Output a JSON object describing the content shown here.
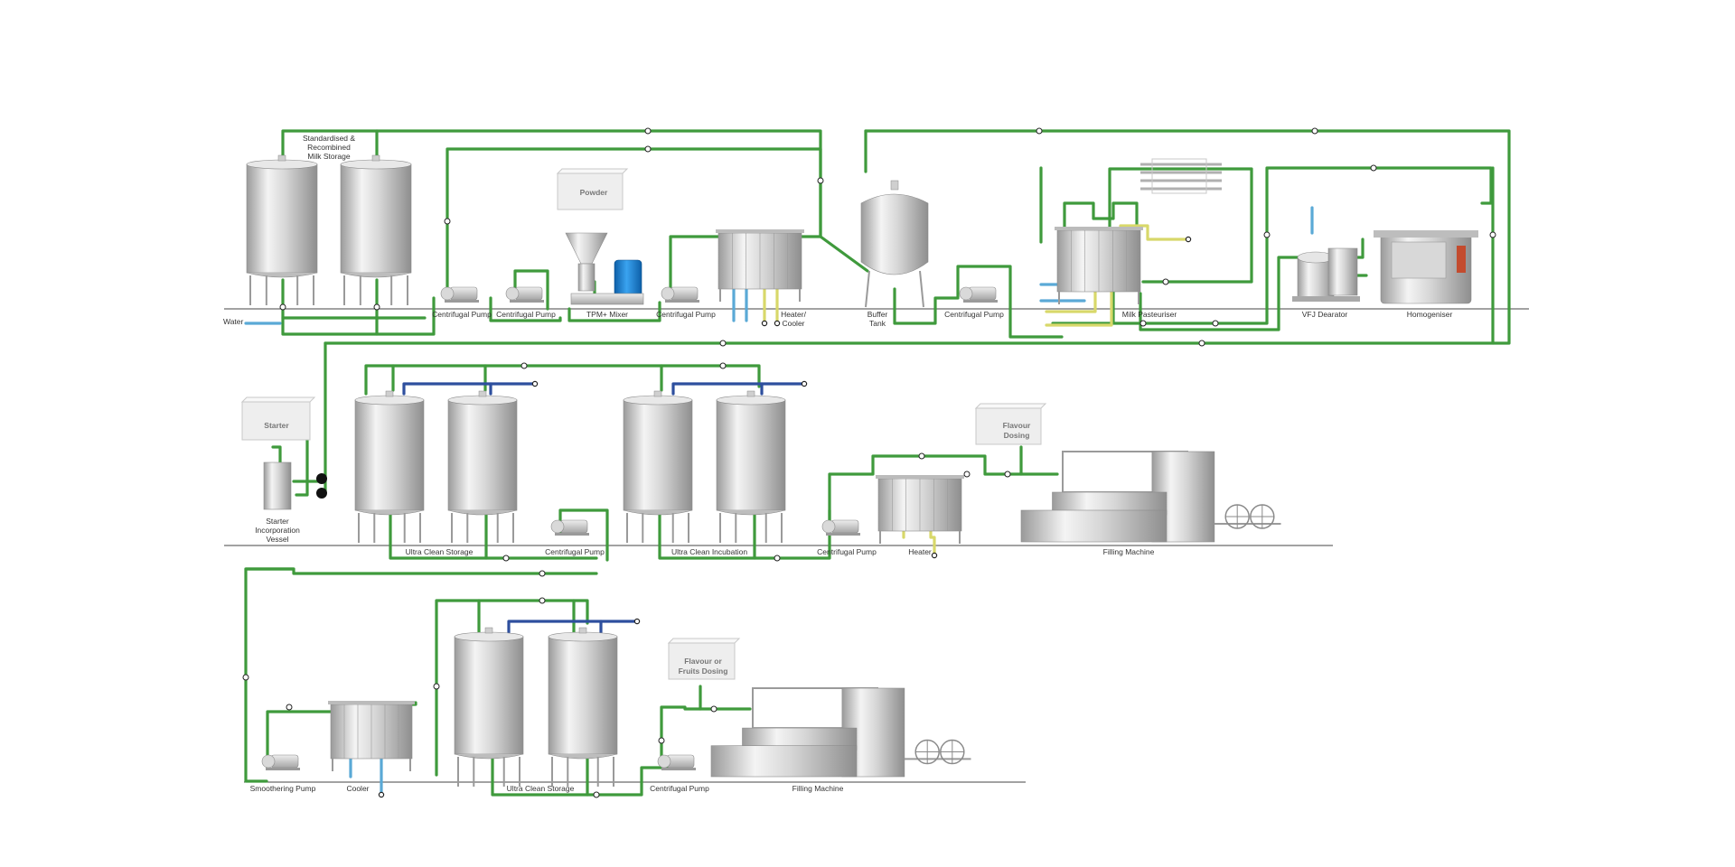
{
  "colors": {
    "product_pipe": "#3f9a3c",
    "water_pipe": "#5aa9d6",
    "utility_pipe": "#2e4f9e",
    "heating_pipe": "#d8d86a",
    "steel_light": "#f4f4f4",
    "steel_dark": "#a8a8a8",
    "motor_blue": "#1e88d8",
    "label": "#333333"
  },
  "line1": {
    "water": "Water",
    "storage_title": [
      "Standardised &",
      "Recombined",
      "Milk Storage"
    ],
    "pump_1": "Centrifugal Pump",
    "pump_2": "Centrifugal Pump",
    "powder": "Powder",
    "mixer": "TPM+ Mixer",
    "pump_3": "Centrifugal Pump",
    "heater_cooler": [
      "Heater/",
      "Cooler"
    ],
    "buffer_tank": [
      "Buffer",
      "Tank"
    ],
    "pump_4": "Centrifugal Pump",
    "pasteuriser": "Milk Pasteuriser",
    "dearator": "VFJ Dearator",
    "homogeniser": "Homogeniser"
  },
  "line2": {
    "starter": "Starter",
    "starter_vessel": [
      "Starter",
      "Incorporation",
      "Vessel"
    ],
    "storage": "Ultra Clean Storage",
    "pump_1": "Centrifugal Pump",
    "incubation": "Ultra Clean Incubation",
    "pump_2": "Centrifugal Pump",
    "heater": "Heater",
    "flavour": [
      "Flavour",
      "Dosing"
    ],
    "filling": "Filling Machine"
  },
  "line3": {
    "smoothering_pump": "Smoothering Pump",
    "cooler": "Cooler",
    "storage": "Ultra Clean Storage",
    "pump": "Centrifugal Pump",
    "flavour": [
      "Flavour or",
      "Fruits Dosing"
    ],
    "filling": "Filling Machine"
  }
}
